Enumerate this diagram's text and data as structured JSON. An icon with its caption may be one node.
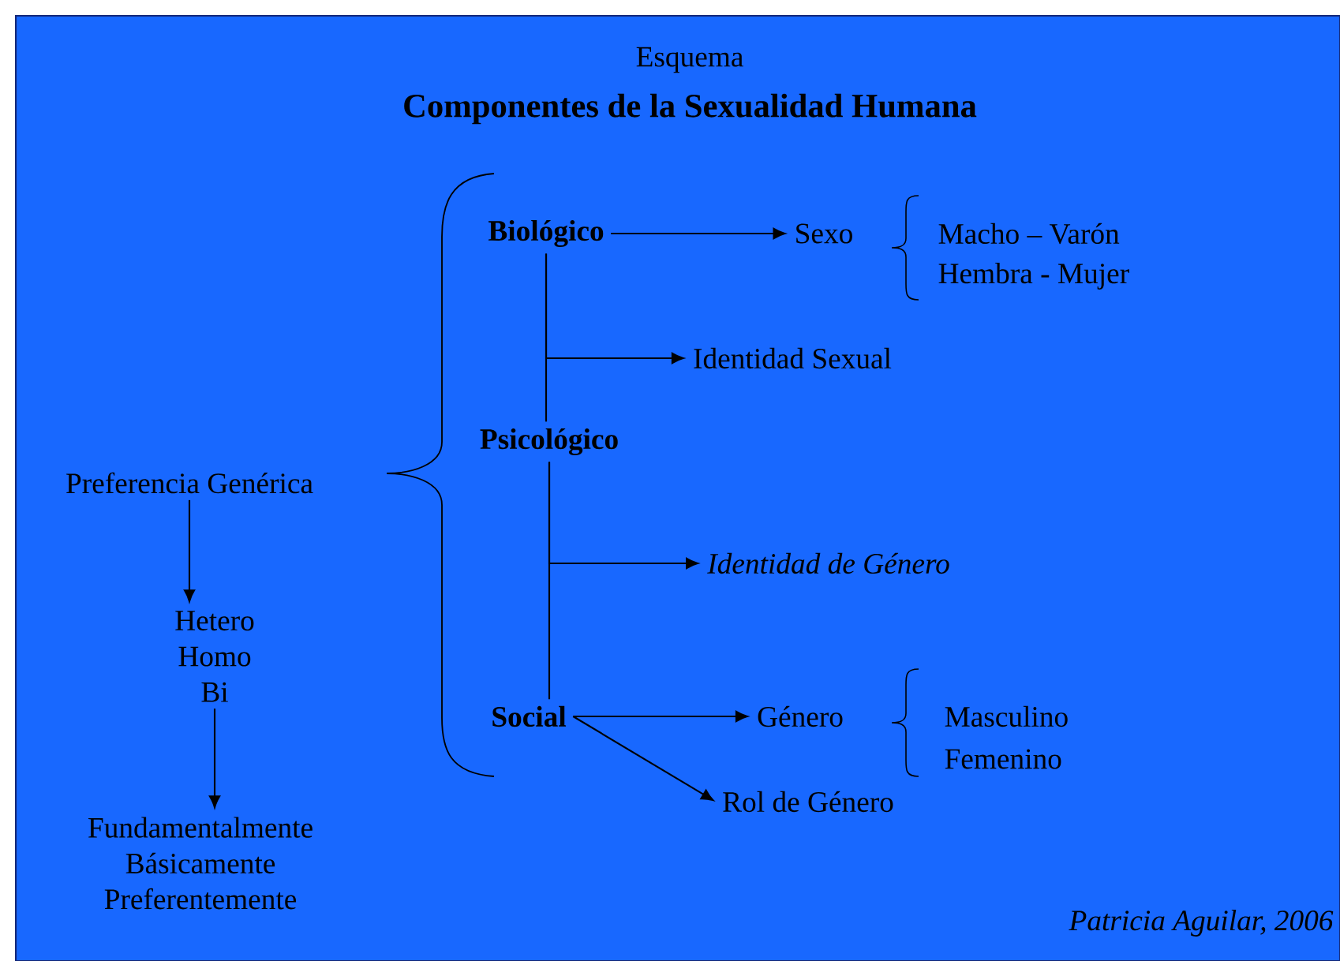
{
  "diagram": {
    "title": "Esquema",
    "nodes": [
      {
        "text": [
          "Preferencia Genérica"
        ]
      },
      {
        "text": [
          "Hetero",
          "Homo",
          "Bi"
        ]
      },
      {
        "text": [
          "Fundamentalmente",
          "Básicamente",
          "Preferentemente"
        ]
      },
      {
        "text": [
          "Biológico"
        ]
      },
      {
        "text": [
          "Sexo"
        ]
      },
      {
        "text": [
          "Identidad Sexual"
        ]
      },
      {
        "text": [
          "Psicológico"
        ]
      },
      {
        "text": [
          "Identidad de Género"
        ]
      },
      {
        "text": [
          "Social"
        ]
      },
      {
        "text": [
          "Género"
        ]
      },
      {
        "text": [
          "Rol de Género"
        ]
      }
    ],
    "edges": [
      {
        "from": 0,
        "to": 1,
        "arrow": "to"
      },
      {
        "from": 1,
        "to": 2,
        "arrow": "to"
      },
      {
        "from": 3,
        "to": 4,
        "arrow": "to"
      },
      {
        "from": 3,
        "to": 6,
        "arrow": "none"
      },
      {
        "from": 3,
        "to": 5,
        "arrow": "to"
      },
      {
        "from": 6,
        "to": 8,
        "arrow": "none"
      },
      {
        "from": 6,
        "to": 7,
        "arrow": "to"
      },
      {
        "from": 8,
        "to": 9,
        "arrow": "to"
      },
      {
        "from": 8,
        "to": 10,
        "arrow": "to"
      }
    ],
    "labels": [
      "Componentes de la Sexualidad Humana",
      "Macho – Varón",
      "Hembra - Mujer",
      "Masculino",
      "Femenino",
      "Patricia Aguilar, 2006"
    ]
  }
}
